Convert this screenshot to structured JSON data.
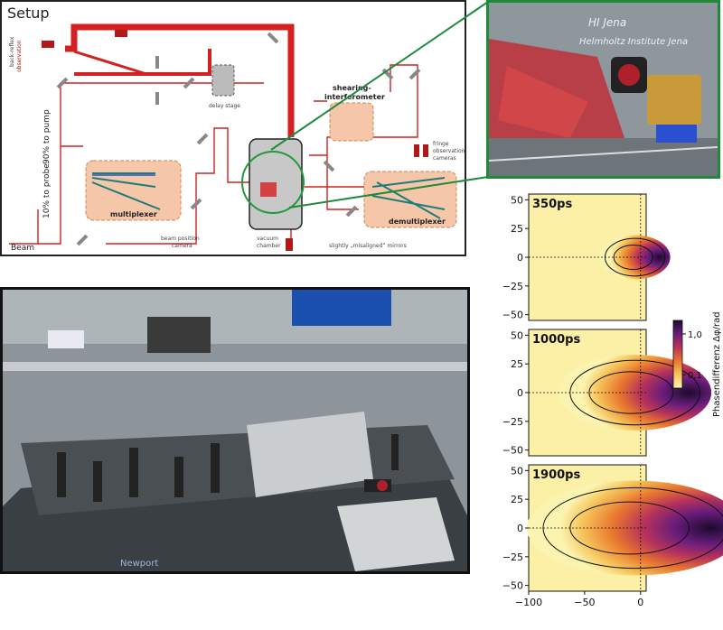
{
  "setup": {
    "title": "Setup",
    "labels": {
      "backreflex": "back-reflex",
      "backreflex2": "observation",
      "pump": "90% to pump",
      "probe": "10% to probe",
      "delay": "delay stage",
      "multiplexer": "multiplexer",
      "demultiplexer": "demultiplexer",
      "shearing1": "shearing-",
      "shearing2": "interferometer",
      "fringe1": "fringe",
      "fringe2": "observation",
      "fringe3": "cameras",
      "vacuum1": "vacuum",
      "vacuum2": "chamber",
      "beampos1": "beam position",
      "beampos2": "camera",
      "mirrors": "slightly „misaligned“ mirrors",
      "beam": "Beam"
    }
  },
  "closeup": {
    "sign1": "HI Jena",
    "sign2": "Helmholtz Institute Jena"
  },
  "lab": {
    "brand": "Newport"
  },
  "colorbar": {
    "title": "Phasendifferenz Δφ/rad",
    "tick_top": "1,0",
    "tick_bottom": "0,1"
  },
  "chart_data": {
    "type": "heatmap",
    "panels": [
      {
        "label": "350ps"
      },
      {
        "label": "1000ps"
      },
      {
        "label": "1900ps"
      }
    ],
    "yticks": [
      "50",
      "25",
      "0",
      "−25",
      "−50"
    ],
    "xticks": [
      "−100",
      "−50",
      "0"
    ],
    "x_range": [
      -100,
      0
    ],
    "y_range": [
      -55,
      55
    ],
    "colormap": [
      "#fbf4b0",
      "#f6c45a",
      "#e8772e",
      "#b8335a",
      "#6b1d7c",
      "#1b0b2e"
    ]
  }
}
